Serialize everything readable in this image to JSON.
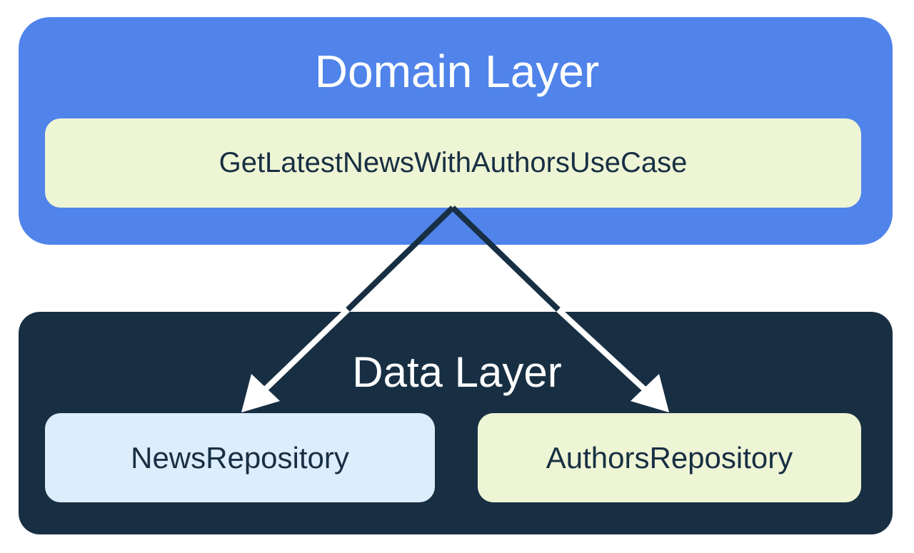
{
  "domain_layer": {
    "title": "Domain Layer",
    "use_case": "GetLatestNewsWithAuthorsUseCase"
  },
  "data_layer": {
    "title": "Data Layer",
    "repositories": [
      "NewsRepository",
      "AuthorsRepository"
    ]
  },
  "colors": {
    "domain_layer_bg": "#5084EA",
    "data_layer_bg": "#182F43",
    "use_case_bg": "#EEF5D5",
    "news_repo_bg": "#DCEDFC",
    "authors_repo_bg": "#EEF5D5",
    "dark_text": "#182F43",
    "light_text": "#FFFFFF"
  }
}
